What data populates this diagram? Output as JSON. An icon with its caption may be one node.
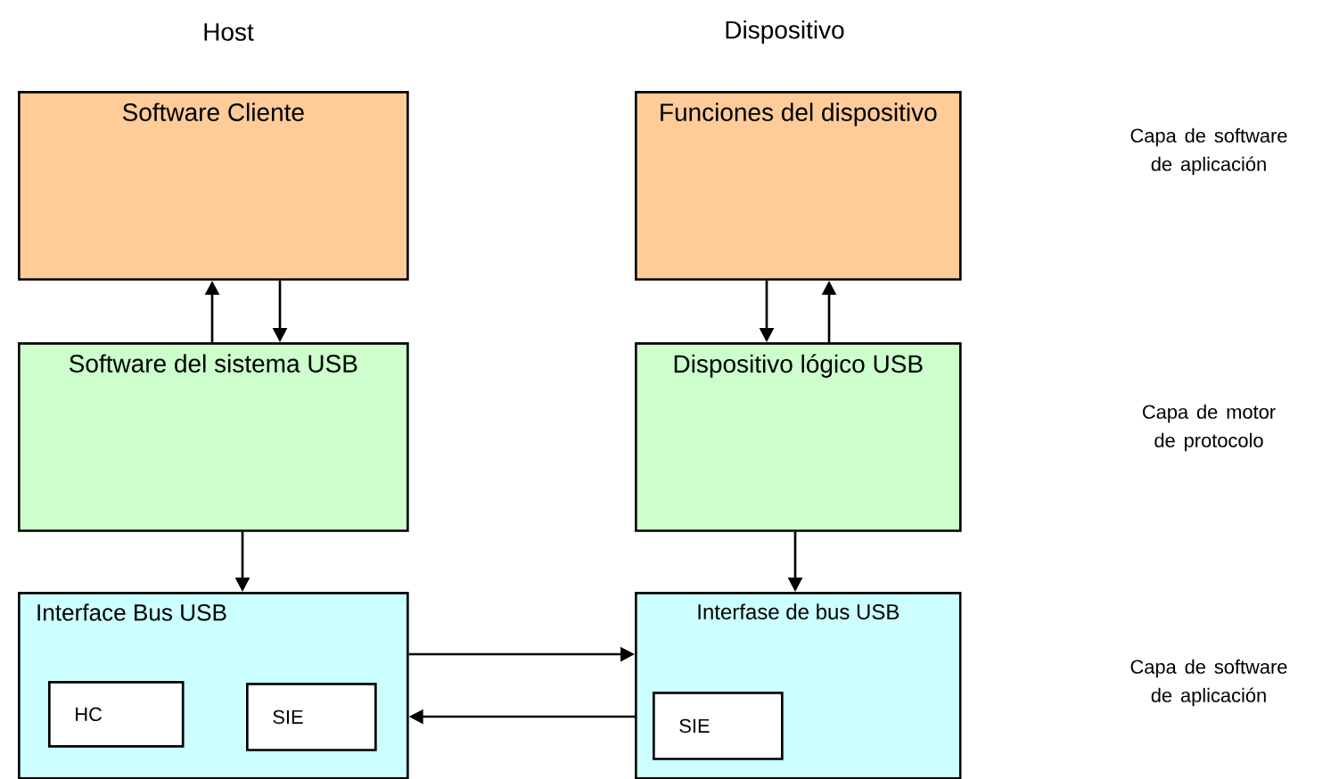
{
  "diagram": {
    "nodes": [
      {
        "text": [
          "Software Cliente"
        ]
      },
      {
        "text": [
          "Funciones del dispositivo"
        ]
      },
      {
        "text": [
          "Software del sistema USB"
        ]
      },
      {
        "text": [
          "Dispositivo lógico USB"
        ]
      },
      {
        "text": [
          "Interface Bus USB"
        ]
      },
      {
        "text": [
          "HC"
        ],
        "in": 4
      },
      {
        "text": [
          "SIE"
        ],
        "in": 4
      },
      {
        "text": [
          "Interfase de bus USB"
        ]
      },
      {
        "text": [
          "SIE"
        ],
        "in": 7
      }
    ],
    "edges": [
      {
        "from": 2,
        "to": 0,
        "arrow": "to"
      },
      {
        "from": 0,
        "to": 2,
        "arrow": "to"
      },
      {
        "from": 1,
        "to": 3,
        "arrow": "to"
      },
      {
        "from": 3,
        "to": 1,
        "arrow": "to"
      },
      {
        "from": 2,
        "to": 4,
        "arrow": "to"
      },
      {
        "from": 3,
        "to": 7,
        "arrow": "to"
      },
      {
        "from": 4,
        "to": 7,
        "arrow": "to"
      },
      {
        "from": 7,
        "to": 4,
        "arrow": "to"
      }
    ],
    "labels": [
      "Host",
      "Dispositivo",
      "Capa de software de aplicación",
      "Capa de motor de protocolo",
      "Capa de software de aplicación"
    ]
  }
}
